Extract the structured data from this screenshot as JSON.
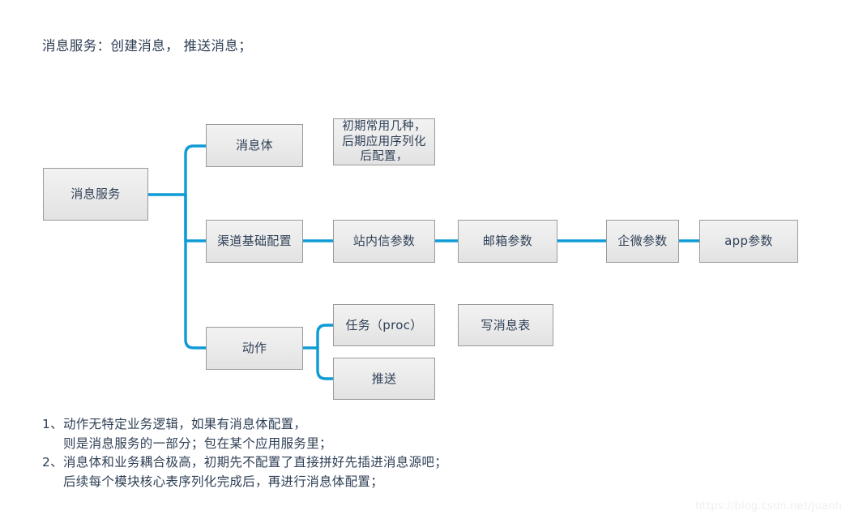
{
  "page": {
    "headline": "消息服务：创建消息， 推送消息；",
    "watermark": "https://blog.csdn.net/juanh",
    "colors": {
      "connector": "#0d9bd6",
      "node_border": "#9a9a9a",
      "node_fill": "#eaeaea",
      "text": "#2f4056",
      "background": "#ffffff"
    }
  },
  "diagram": {
    "type": "tree",
    "root": {
      "label": "消息服务"
    },
    "branches": [
      {
        "label": "消息体",
        "annotation": "初期常用几种，\n后期应用序列化\n后配置，"
      },
      {
        "label": "渠道基础配置",
        "chain": [
          {
            "label": "站内信参数"
          },
          {
            "label": "邮箱参数"
          },
          {
            "label": "企微参数"
          },
          {
            "label": "app参数"
          }
        ]
      },
      {
        "label": "动作",
        "children": [
          {
            "label": "任务（proc）"
          },
          {
            "label": "推送"
          }
        ]
      }
    ],
    "detached": [
      {
        "label": "写消息表"
      }
    ]
  },
  "notes": [
    {
      "num": "1、",
      "lines": [
        "动作无特定业务逻辑，如果有消息体配置，",
        "则是消息服务的一部分；包在某个应用服务里；"
      ]
    },
    {
      "num": "2、",
      "lines": [
        "消息体和业务耦合极高，初期先不配置了直接拼好先插进消息源吧；",
        "后续每个模块核心表序列化完成后，再进行消息体配置；"
      ]
    }
  ]
}
